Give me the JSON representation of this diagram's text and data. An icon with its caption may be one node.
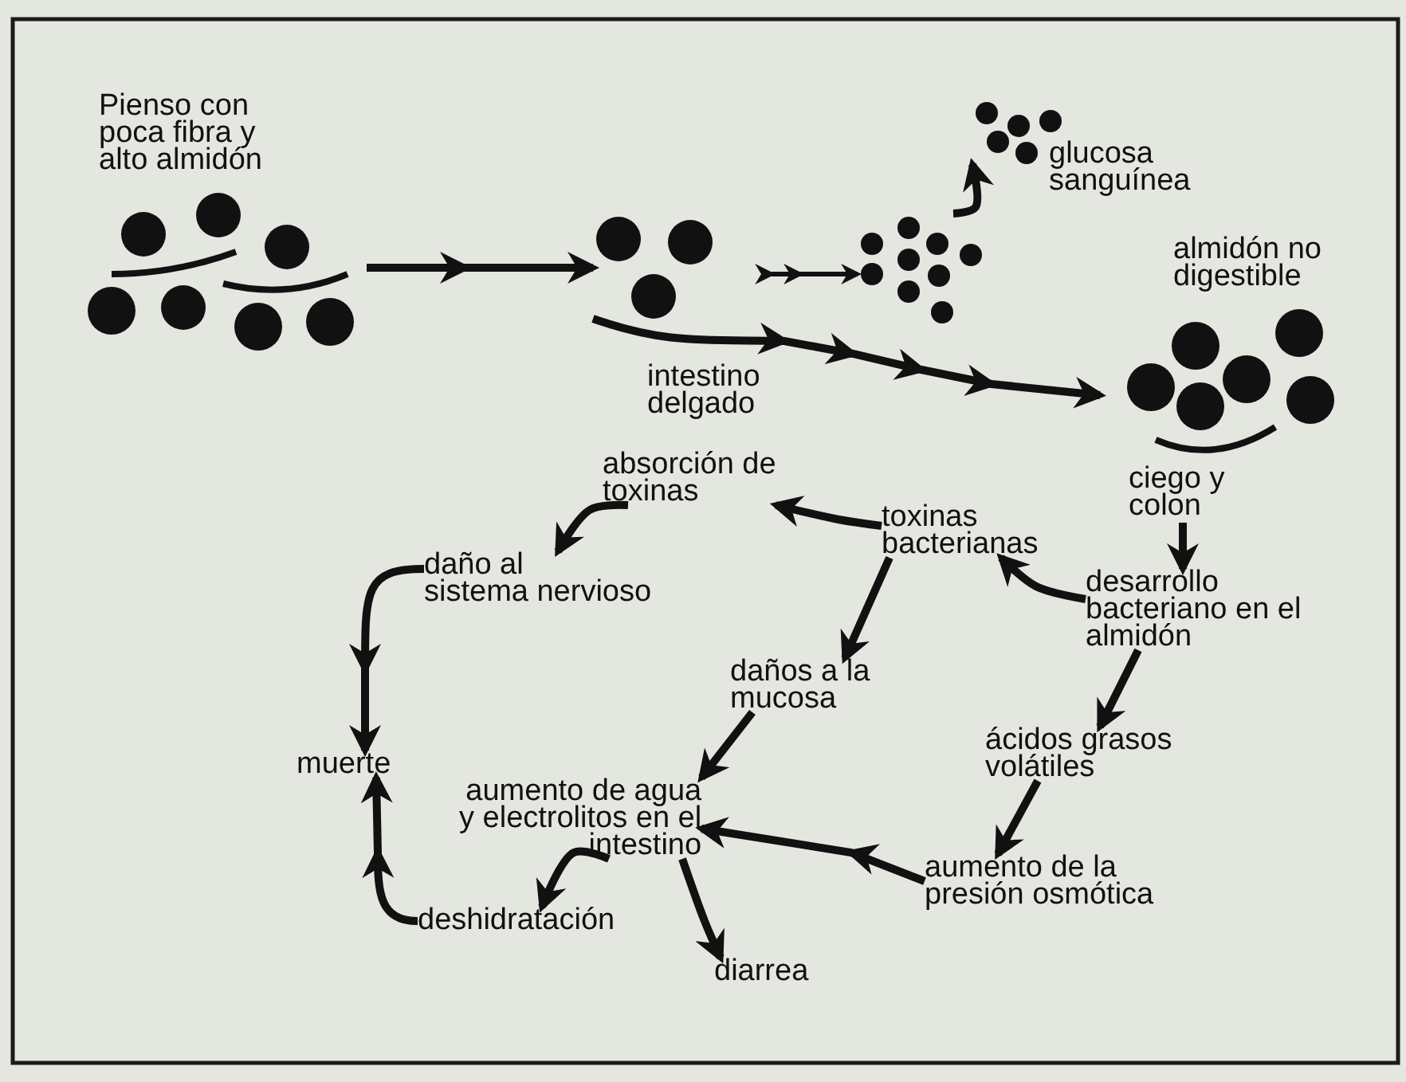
{
  "diagram": {
    "nodes": [
      {
        "text": [
          "Pienso con poca fibra y alto almidón"
        ]
      },
      {
        "text": [
          "intestino delgado"
        ]
      },
      {
        "text": [],
        "shape": "circle"
      },
      {
        "text": [
          "glucosa sanguínea"
        ]
      },
      {
        "text": [
          "almidón no digestible",
          "ciego y colon"
        ]
      },
      {
        "text": [
          "toxinas bacterianas"
        ]
      },
      {
        "text": [
          "absorción de toxinas"
        ]
      },
      {
        "text": [
          "daño al sistema nervioso"
        ]
      },
      {
        "text": [
          "muerte"
        ]
      },
      {
        "text": [
          "daños a la mucosa"
        ]
      },
      {
        "text": [
          "desarrollo bacteriano en el almidón"
        ]
      },
      {
        "text": [
          "ácidos grasos volátiles"
        ]
      },
      {
        "text": [
          "aumento de agua y electrolitos en el intestino"
        ]
      },
      {
        "text": [
          "aumento de la presión osmótica"
        ]
      },
      {
        "text": [
          "deshidratación"
        ]
      },
      {
        "text": [
          "diarrea"
        ]
      }
    ],
    "edges": [
      {
        "from": 0,
        "to": 1,
        "arrow": "to"
      },
      {
        "from": 1,
        "to": 2,
        "arrow": "to"
      },
      {
        "from": 2,
        "to": 3,
        "arrow": "to"
      },
      {
        "from": 1,
        "to": 4,
        "arrow": "to"
      },
      {
        "from": 4,
        "to": 10,
        "arrow": "to"
      },
      {
        "from": 10,
        "to": 5,
        "arrow": "to"
      },
      {
        "from": 5,
        "to": 6,
        "arrow": "to"
      },
      {
        "from": 6,
        "to": 7,
        "arrow": "to"
      },
      {
        "from": 7,
        "to": 8,
        "arrow": "to"
      },
      {
        "from": 5,
        "to": 9,
        "arrow": "to"
      },
      {
        "from": 10,
        "to": 11,
        "arrow": "to"
      },
      {
        "from": 9,
        "to": 12,
        "arrow": "to"
      },
      {
        "from": 11,
        "to": 13,
        "arrow": "to"
      },
      {
        "from": 13,
        "to": 12,
        "arrow": "to"
      },
      {
        "from": 12,
        "to": 14,
        "arrow": "to"
      },
      {
        "from": 12,
        "to": 15,
        "arrow": "to"
      },
      {
        "from": 14,
        "to": 8,
        "arrow": "to"
      }
    ]
  }
}
